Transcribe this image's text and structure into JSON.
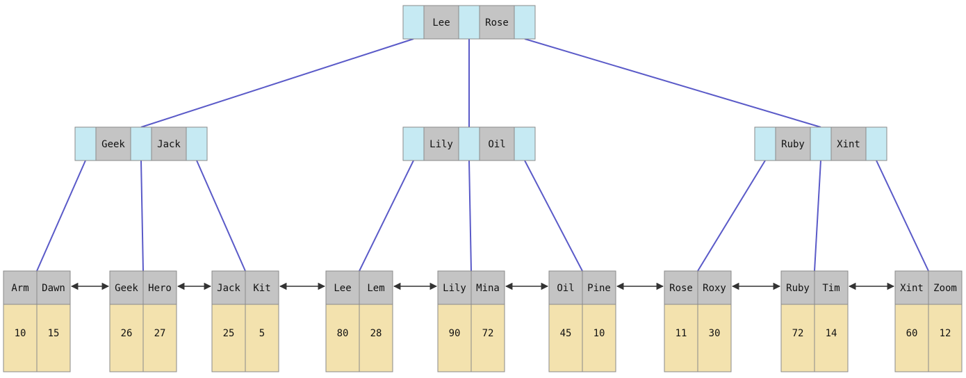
{
  "colors": {
    "pointer_cell": "#c6eaf3",
    "key_cell": "#c4c4c4",
    "value_cell": "#f3e2ae",
    "edge": "#5a5ac8",
    "leaf_link": "#333333",
    "border": "#8a8a8a"
  },
  "root": {
    "keys": [
      "Lee",
      "Rose"
    ]
  },
  "internal": [
    {
      "keys": [
        "Geek",
        "Jack"
      ]
    },
    {
      "keys": [
        "Lily",
        "Oil"
      ]
    },
    {
      "keys": [
        "Ruby",
        "Xint"
      ]
    }
  ],
  "leaves": [
    {
      "keys": [
        "Arm",
        "Dawn"
      ],
      "values": [
        "10",
        "15"
      ]
    },
    {
      "keys": [
        "Geek",
        "Hero"
      ],
      "values": [
        "26",
        "27"
      ]
    },
    {
      "keys": [
        "Jack",
        "Kit"
      ],
      "values": [
        "25",
        "5"
      ]
    },
    {
      "keys": [
        "Lee",
        "Lem"
      ],
      "values": [
        "80",
        "28"
      ]
    },
    {
      "keys": [
        "Lily",
        "Mina"
      ],
      "values": [
        "90",
        "72"
      ]
    },
    {
      "keys": [
        "Oil",
        "Pine"
      ],
      "values": [
        "45",
        "10"
      ]
    },
    {
      "keys": [
        "Rose",
        "Roxy"
      ],
      "values": [
        "11",
        "30"
      ]
    },
    {
      "keys": [
        "Ruby",
        "Tim"
      ],
      "values": [
        "72",
        "14"
      ]
    },
    {
      "keys": [
        "Xint",
        "Zoom"
      ],
      "values": [
        "60",
        "12"
      ]
    }
  ]
}
